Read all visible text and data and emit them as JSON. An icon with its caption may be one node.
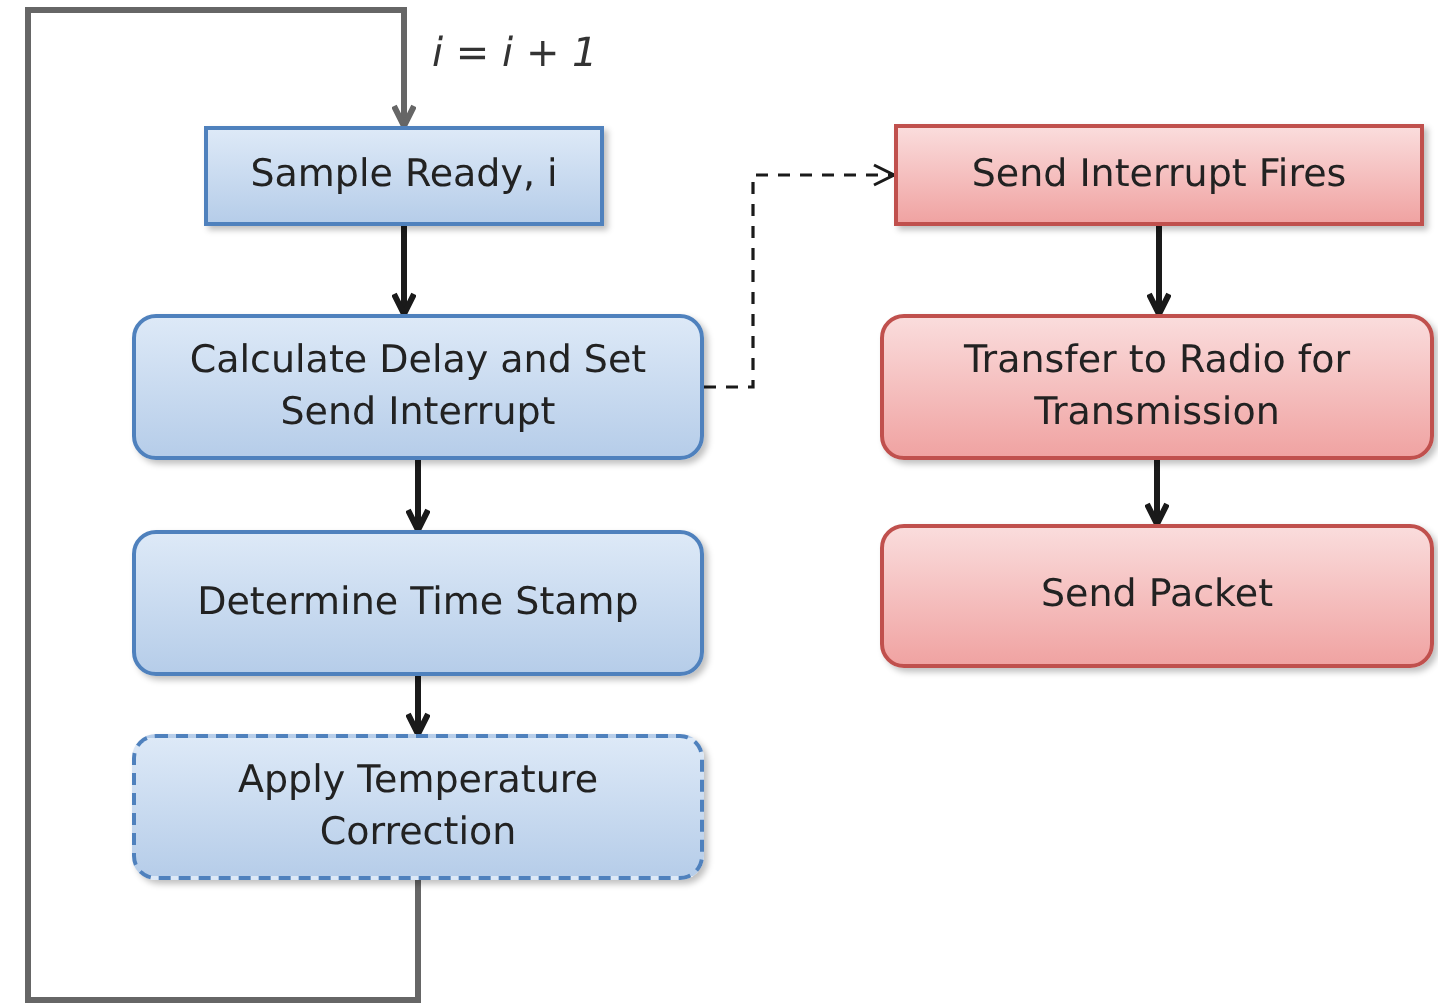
{
  "diagram": {
    "nodes": [
      {
        "text": [
          "Sample Ready, i"
        ]
      },
      {
        "text": [
          "Calculate Delay and Set Send Interrupt"
        ]
      },
      {
        "text": [
          "Determine Time Stamp"
        ]
      },
      {
        "text": [
          "Apply Temperature Correction"
        ]
      },
      {
        "text": [
          "Send Interrupt Fires"
        ]
      },
      {
        "text": [
          "Transfer to Radio for Transmission"
        ]
      },
      {
        "text": [
          "Send Packet"
        ]
      }
    ],
    "edges": [
      {
        "from": 0,
        "to": 1,
        "arrow": "to"
      },
      {
        "from": 1,
        "to": 2,
        "arrow": "to"
      },
      {
        "from": 2,
        "to": 3,
        "arrow": "to"
      },
      {
        "from": 3,
        "to": 0,
        "arrow": "to",
        "label": "i = i + 1",
        "color": "#666666"
      },
      {
        "from": 1,
        "to": 4,
        "arrow": "to",
        "style": "dashed"
      },
      {
        "from": 4,
        "to": 5,
        "arrow": "to"
      },
      {
        "from": 5,
        "to": 6,
        "arrow": "to"
      }
    ]
  }
}
